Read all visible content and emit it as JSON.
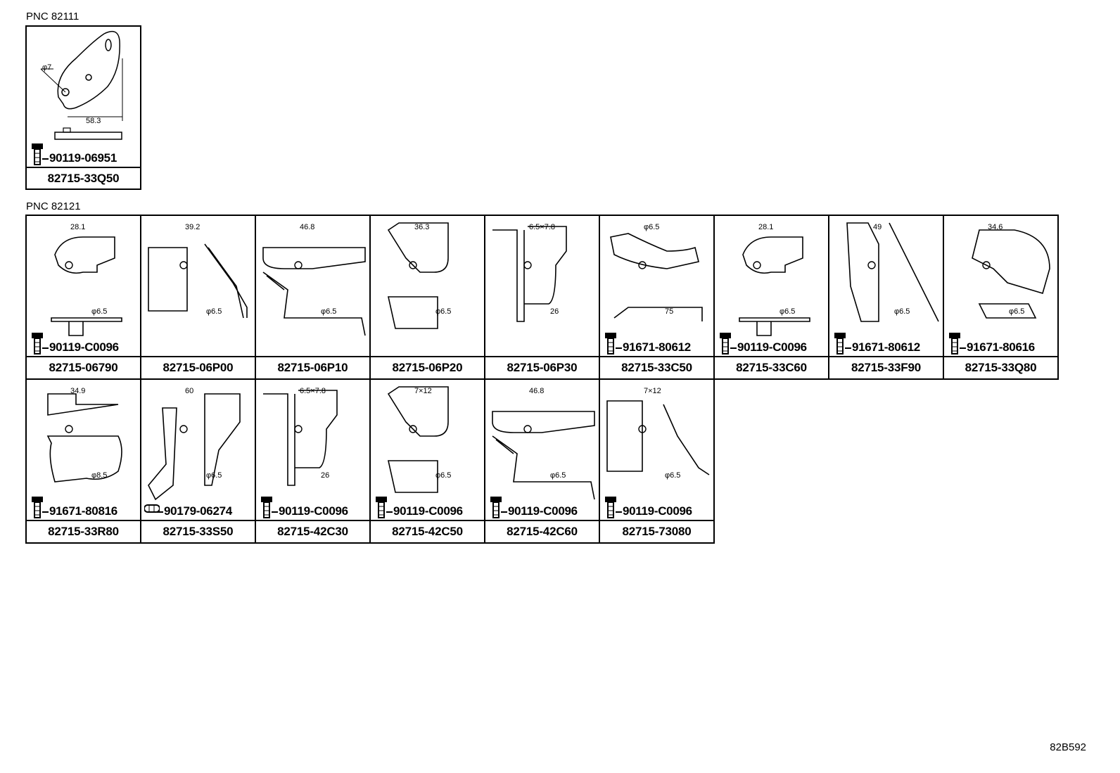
{
  "group_a": {
    "pnc": "PNC 82111",
    "cells": [
      {
        "part": "82715-33Q50",
        "fastener": "90119-06951",
        "fastener_icon": "bolt-icon",
        "dims": [
          "φ7",
          "58.3"
        ]
      }
    ]
  },
  "group_b": {
    "pnc": "PNC 82121",
    "cells": [
      {
        "part": "82715-06790",
        "fastener": "90119-C0096",
        "fastener_icon": "bolt-icon",
        "dims": [
          "28.1",
          "φ6.5"
        ]
      },
      {
        "part": "82715-06P00",
        "fastener": "",
        "fastener_icon": "",
        "dims": [
          "39.2",
          "φ6.5"
        ]
      },
      {
        "part": "82715-06P10",
        "fastener": "",
        "fastener_icon": "",
        "dims": [
          "46.8",
          "φ6.5"
        ]
      },
      {
        "part": "82715-06P20",
        "fastener": "",
        "fastener_icon": "",
        "dims": [
          "36.3",
          "φ6.5"
        ]
      },
      {
        "part": "82715-06P30",
        "fastener": "",
        "fastener_icon": "",
        "dims": [
          "6.5×7.8",
          "26"
        ]
      },
      {
        "part": "82715-33C50",
        "fastener": "91671-80612",
        "fastener_icon": "bolt-icon",
        "dims": [
          "φ6.5",
          "75"
        ]
      },
      {
        "part": "82715-33C60",
        "fastener": "90119-C0096",
        "fastener_icon": "bolt-icon",
        "dims": [
          "28.1",
          "φ6.5"
        ]
      },
      {
        "part": "82715-33F90",
        "fastener": "91671-80612",
        "fastener_icon": "bolt-icon",
        "dims": [
          "49",
          "φ6.5"
        ]
      },
      {
        "part": "82715-33Q80",
        "fastener": "91671-80616",
        "fastener_icon": "bolt-icon",
        "dims": [
          "34.6",
          "φ6.5"
        ]
      },
      {
        "part": "82715-33R80",
        "fastener": "91671-80816",
        "fastener_icon": "bolt-icon",
        "dims": [
          "34.9",
          "φ8.5"
        ]
      },
      {
        "part": "82715-33S50",
        "fastener": "90179-06274",
        "fastener_icon": "nut-icon",
        "dims": [
          "60",
          "φ6.5"
        ]
      },
      {
        "part": "82715-42C30",
        "fastener": "90119-C0096",
        "fastener_icon": "bolt-icon",
        "dims": [
          "6.5×7.8",
          "26"
        ]
      },
      {
        "part": "82715-42C50",
        "fastener": "90119-C0096",
        "fastener_icon": "bolt-icon",
        "dims": [
          "7×12",
          "φ6.5"
        ]
      },
      {
        "part": "82715-42C60",
        "fastener": "90119-C0096",
        "fastener_icon": "bolt-icon",
        "dims": [
          "46.8",
          "φ6.5"
        ]
      },
      {
        "part": "82715-73080",
        "fastener": "90119-C0096",
        "fastener_icon": "bolt-icon",
        "dims": [
          "7×12",
          "φ6.5"
        ]
      }
    ]
  },
  "footer": {
    "ref": "82B592"
  }
}
